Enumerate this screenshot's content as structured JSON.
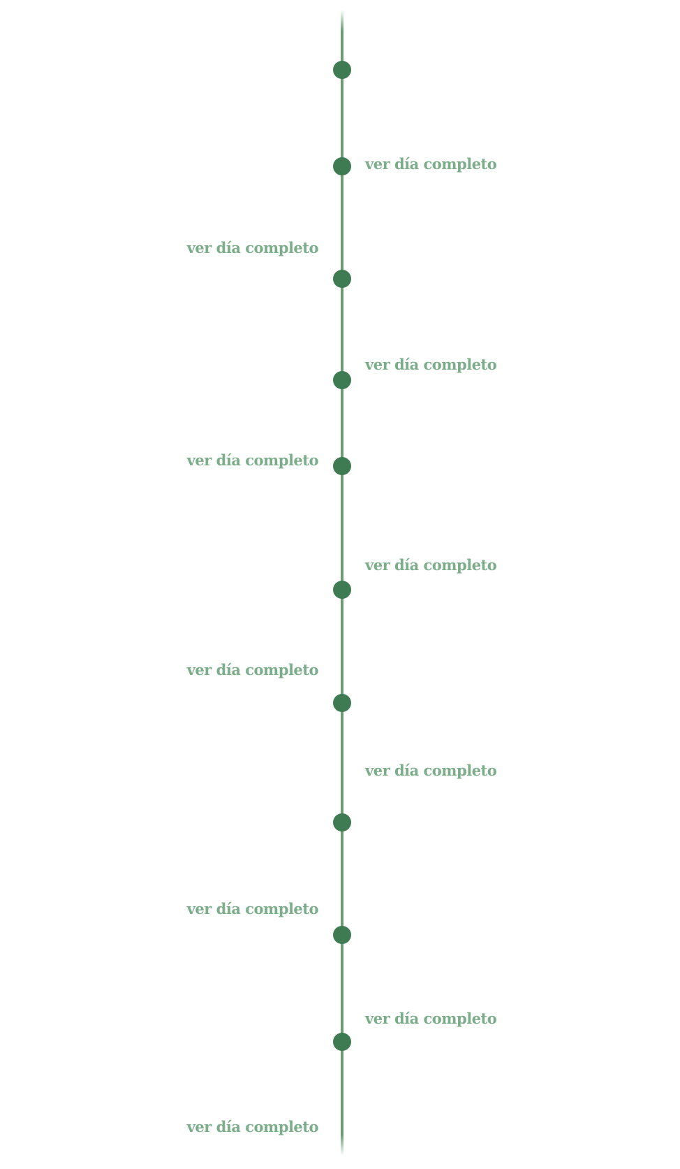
{
  "timeline": {
    "colors": {
      "line": "#6c9b76",
      "dot": "#3e7a52",
      "link": "#7bad8a"
    },
    "link_label": "ver día completo",
    "entries": [
      {
        "side": "none"
      },
      {
        "side": "right",
        "label": "ver día completo"
      },
      {
        "side": "left",
        "label": "ver día completo"
      },
      {
        "side": "right",
        "label": "ver día completo"
      },
      {
        "side": "left",
        "label": "ver día completo"
      },
      {
        "side": "right",
        "label": "ver día completo"
      },
      {
        "side": "left",
        "label": "ver día completo"
      },
      {
        "side": "right",
        "label": "ver día completo"
      },
      {
        "side": "left",
        "label": "ver día completo"
      },
      {
        "side": "right",
        "label": "ver día completo"
      },
      {
        "side": "left",
        "label": "ver día completo"
      }
    ]
  }
}
